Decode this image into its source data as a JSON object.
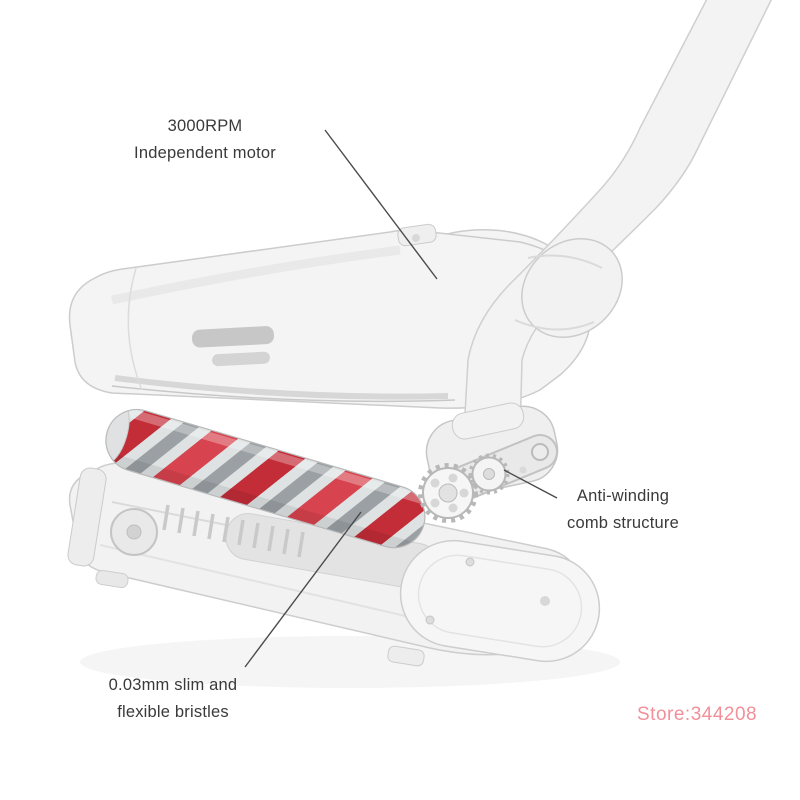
{
  "page": {
    "background": "#ffffff",
    "description": "Exploded product view of vacuum cleaner floor brush head with feature callouts"
  },
  "annotations": {
    "motor": {
      "line1": "3000RPM",
      "line2": "Independent motor"
    },
    "comb": {
      "line1": "Anti-winding",
      "line2": "comb structure"
    },
    "bristles": {
      "line1": "0.03mm slim and",
      "line2": "flexible bristles"
    }
  },
  "watermark": {
    "text": "Store:344208",
    "color": "#f0858e"
  },
  "illustration": {
    "parts": [
      "handle-tube",
      "swivel-elbow",
      "top-cover-shell",
      "roller-brush",
      "gear-assembly",
      "base-tray",
      "wheel"
    ],
    "colors": {
      "body_white": "#f4f4f4",
      "outline_gray": "#cccccc",
      "brush_red": "#d7434e",
      "brush_dark_red": "#c32d38",
      "brush_gray": "#9aa0a3",
      "brush_light": "#dfe2e3",
      "leader_line": "#4a4a4a"
    }
  }
}
